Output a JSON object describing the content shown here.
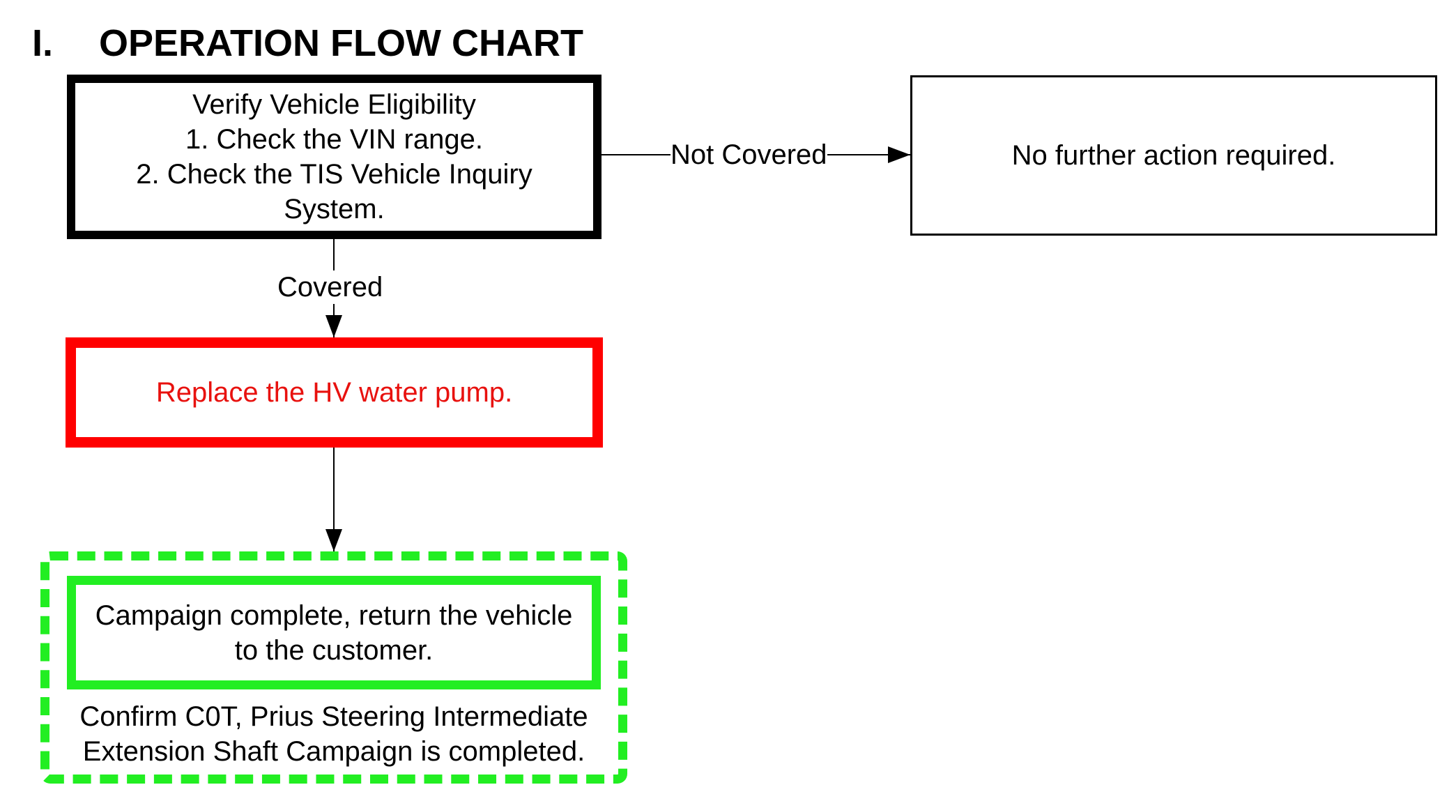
{
  "heading": {
    "number": "I.",
    "title": "OPERATION FLOW CHART"
  },
  "nodes": {
    "verify": {
      "lines": [
        "Verify Vehicle Eligibility",
        "1. Check the VIN range.",
        "2. Check the TIS Vehicle Inquiry",
        "System."
      ]
    },
    "no_action": {
      "lines": [
        "No further action required."
      ]
    },
    "replace": {
      "lines": [
        "Replace the HV water pump."
      ]
    },
    "complete": {
      "lines": [
        "Campaign complete, return the vehicle",
        "to the customer."
      ]
    },
    "confirm_note": {
      "lines": [
        "Confirm C0T, Prius Steering Intermediate",
        "Extension Shaft Campaign is completed."
      ]
    }
  },
  "edges": {
    "not_covered": "Not Covered",
    "covered": "Covered"
  },
  "colors": {
    "default_border": "#000000",
    "replace_border": "#ff0000",
    "replace_text": "#e8110e",
    "complete_border": "#22ee22"
  }
}
